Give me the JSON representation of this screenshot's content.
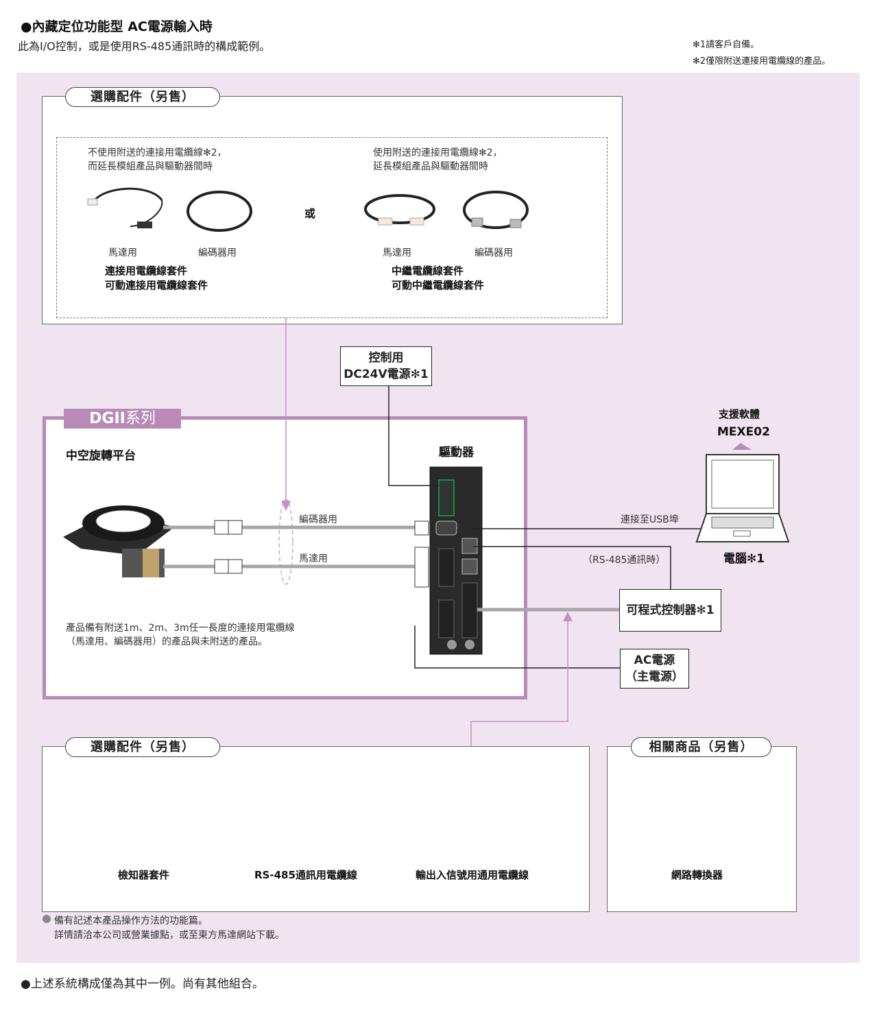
{
  "header": {
    "title": "●內藏定位功能型 AC電源輸入時",
    "subtitle": "此為I/O控制，或是使用RS-485通訊時的構成範例。",
    "note1": "✻1請客戶自備。",
    "note2": "✻2僅限附送連接用電纜線的產品。"
  },
  "top_panel": {
    "title": "選購配件（另售）",
    "left": {
      "desc_line1": "不使用附送的連接用電纜線✻2，",
      "desc_line2": "而延長模組產品與驅動器間時",
      "motor_label": "馬達用",
      "encoder_label": "編碼器用",
      "kit1": "連接用電纜線套件",
      "kit2": "可動連接用電纜線套件"
    },
    "or": "或",
    "right": {
      "desc_line1": "使用附送的連接用電纜線✻2，",
      "desc_line2": "延長模組產品與驅動器間時",
      "motor_label": "馬達用",
      "encoder_label": "編碼器用",
      "kit1": "中繼電纜線套件",
      "kit2": "可動中繼電纜線套件"
    }
  },
  "dc_power": {
    "line1": "控制用",
    "line2": "DC24V電源✻1"
  },
  "dg_panel": {
    "badge_bold": "DGII",
    "badge_rest": "系列",
    "product_title": "中空旋轉平台",
    "driver_label": "驅動器",
    "encoder_cable": "編碼器用",
    "motor_cable": "馬達用",
    "cable_note_line1": "產品備有附送1m、2m、3m任一長度的連接用電纜線",
    "cable_note_line2": "（馬達用、編碼器用）的產品與未附送的產品。"
  },
  "software": {
    "label": "支援軟體",
    "name": "MEXE02"
  },
  "pc": {
    "usb_label": "連接至USB埠",
    "label": "電腦✻1"
  },
  "rs485_label": "（RS-485通訊時）",
  "plc": "可程式控制器✻1",
  "ac_power": {
    "line1": "AC電源",
    "line2": "（主電源）"
  },
  "bottom_panel": {
    "title": "選購配件（另售）",
    "items": [
      "檢知器套件",
      "RS-485通訊用電纜線",
      "輸出入信號用通用電纜線"
    ]
  },
  "related_panel": {
    "title": "相關商品（另售）",
    "item": "網路轉換器"
  },
  "manual_note": {
    "line1": "備有記述本產品操作方法的功能篇。",
    "line2": "詳情請洽本公司或營業據點，或至東方馬達網站下載。"
  },
  "footer": "●上述系統構成僅為其中一例。尚有其他組合。",
  "colors": {
    "bg": "#f1e4f1",
    "accent": "#b98ab8",
    "pink_line": "#c58fc4",
    "cable_gray": "#a6a6a6"
  }
}
